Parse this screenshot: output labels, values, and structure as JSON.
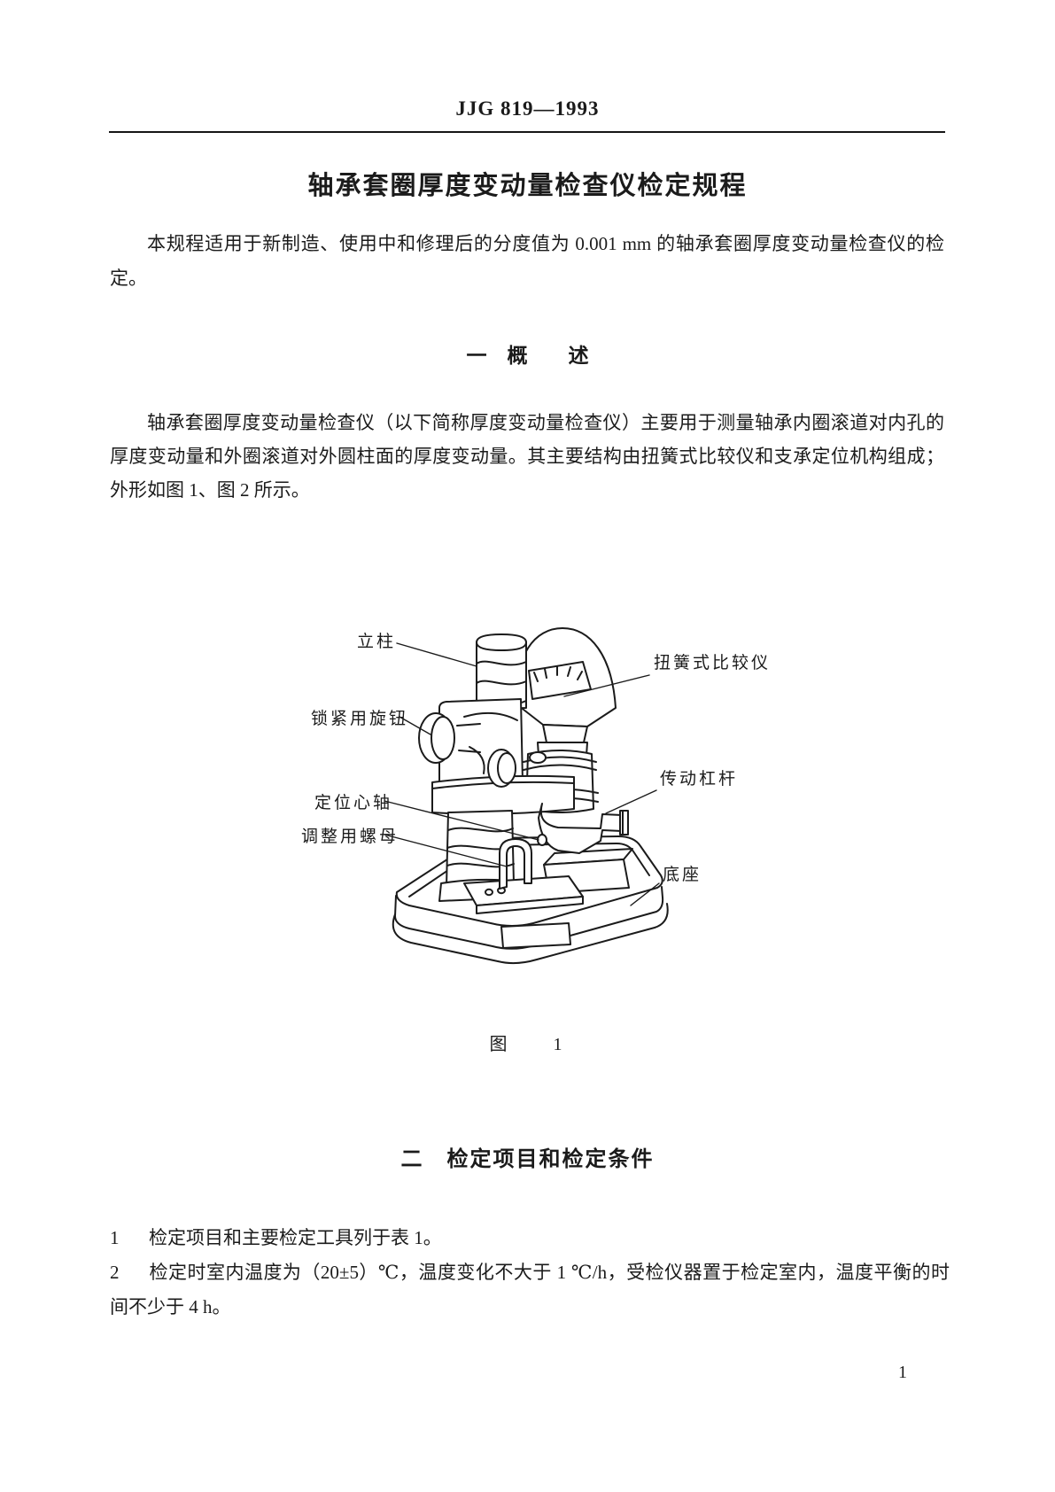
{
  "colors": {
    "paper": "#ffffff",
    "ink": "#1b1b1b"
  },
  "header": {
    "doc_code": "JJG 819—1993"
  },
  "title": "轴承套圈厚度变动量检查仪检定规程",
  "intro": "本规程适用于新制造、使用中和修理后的分度值为 0.001 mm 的轴承套圈厚度变动量检查仪的检定。",
  "section_overview": {
    "heading": "一　概　　述",
    "body": "轴承套圈厚度变动量检查仪（以下简称厚度变动量检查仪）主要用于测量轴承内圈滚道对内孔的厚度变动量和外圈滚道对外圆柱面的厚度变动量。其主要结构由扭簧式比较仪和支承定位机构组成；外形如图 1、图 2 所示。"
  },
  "figure1": {
    "caption": "图　　1",
    "labels": {
      "column": "立柱",
      "comparator": "扭簧式比较仪",
      "lock_knob": "锁紧用旋钮",
      "spindle": "定位心轴",
      "adjust_nut": "调整用螺母",
      "lever": "传动杠杆",
      "base": "底座"
    }
  },
  "section_items": {
    "heading": "二　检定项目和检定条件",
    "items": [
      {
        "num": "1",
        "text": "检定项目和主要检定工具列于表 1。"
      },
      {
        "num": "2",
        "text": "检定时室内温度为（20±5）℃，温度变化不大于 1 ℃/h，受检仪器置于检定室内，温度平衡的时间不少于 4 h。"
      }
    ]
  },
  "page_number": "1"
}
